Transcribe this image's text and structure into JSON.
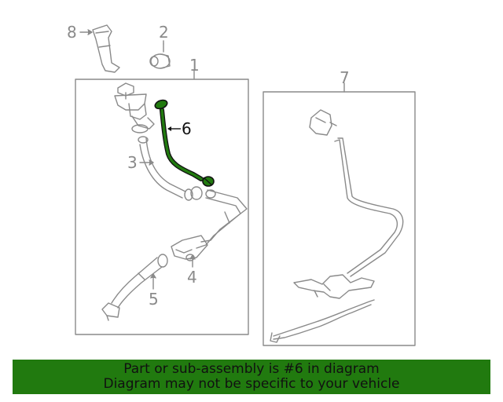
{
  "diagram": {
    "callouts": {
      "c1": "1",
      "c2": "2",
      "c3": "3",
      "c4": "4",
      "c5": "5",
      "c6": "6",
      "c7": "7",
      "c8": "8"
    },
    "highlighted_part": "6",
    "colors": {
      "highlight_fill": "#217a0f",
      "line": "#8a8a8a",
      "callout_highlight": "#111111"
    }
  },
  "banner": {
    "line1": "Part or sub-assembly is #6 in diagram",
    "line2": "Diagram may not be specific to your vehicle"
  }
}
